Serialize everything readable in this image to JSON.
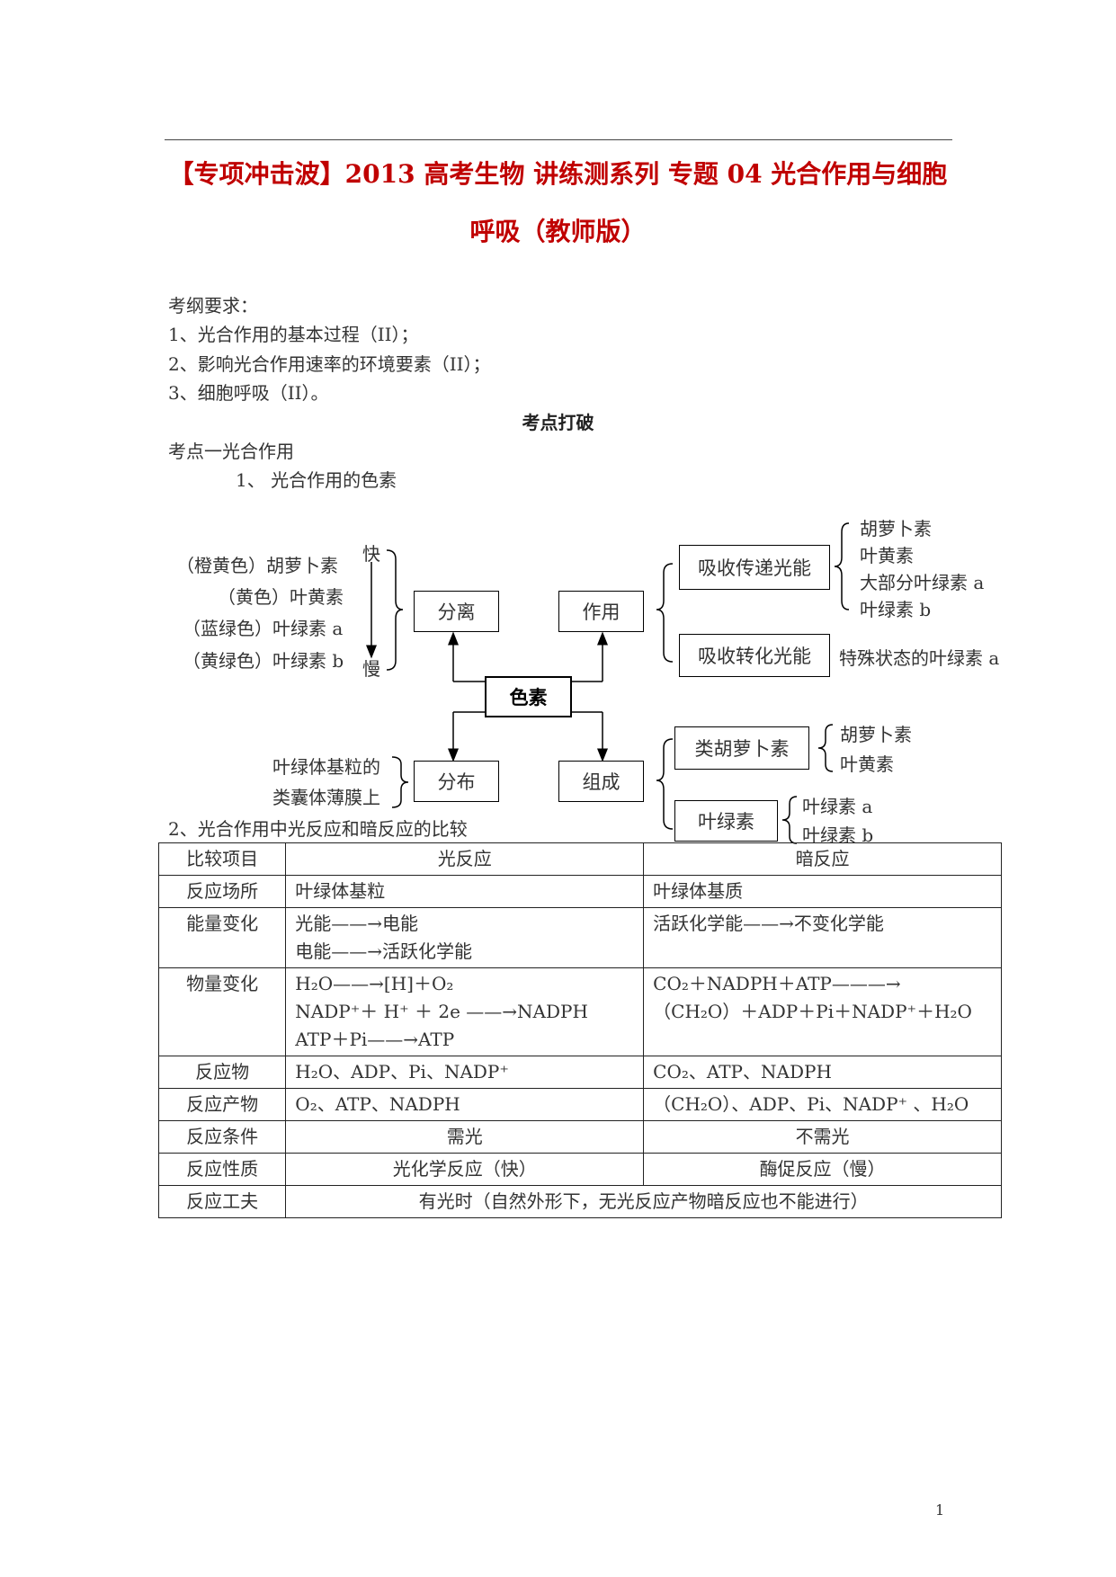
{
  "header": {
    "title_line1": "【专项冲击波】2013 高考生物  讲练测系列  专题 04  光合作用与细胞",
    "title_line2": "呼吸（教师版）"
  },
  "requirements": {
    "heading": "考纲要求：",
    "items": [
      "1、光合作用的基本过程（II）；",
      "2、影响光合作用速率的环境要素（II）；",
      "3、细胞呼吸（II）。"
    ]
  },
  "section": {
    "title": "考点打破",
    "point1": "考点一光合作用",
    "sub1": "1、    光合作用的色素",
    "sub2": "2、光合作用中光反应和暗反应的比较"
  },
  "diagram": {
    "center": "色素",
    "separation_box": "分离",
    "function_box": "作用",
    "distribution_box": "分布",
    "composition_box": "组成",
    "pigment_order": [
      "（橙黄色）胡萝卜素",
      "（黄色）叶黄素",
      "（蓝绿色）叶绿素 a",
      "（黄绿色）叶绿素 b"
    ],
    "fast": "快",
    "slow": "慢",
    "absorb_transfer_box": "吸收传递光能",
    "absorb_transfer_items": [
      "胡萝卜素",
      "叶黄素",
      "大部分叶绿素 a",
      "叶绿素 b"
    ],
    "absorb_convert_box": "吸收转化光能",
    "absorb_convert_item": "特殊状态的叶绿素 a",
    "distribution_line1": "叶绿体基粒的",
    "distribution_line2": "类囊体薄膜上",
    "carotenoid_box": "类胡萝卜素",
    "carotenoid_items": [
      "胡萝卜素",
      "叶黄素"
    ],
    "chlorophyll_box": "叶绿素",
    "chlorophyll_items": [
      "叶绿素 a",
      "叶绿素 b"
    ]
  },
  "table": {
    "rows": [
      {
        "label": "比较项目",
        "light": [
          "光反应"
        ],
        "dark": [
          "暗反应"
        ],
        "center": true
      },
      {
        "label": "反应场所",
        "light": [
          "叶绿体基粒"
        ],
        "dark": [
          "叶绿体基质"
        ]
      },
      {
        "label": "能量变化",
        "light": [
          "光能——→电能",
          "电能——→活跃化学能"
        ],
        "dark": [
          "活跃化学能——→不变化学能"
        ]
      },
      {
        "label": "物量变化",
        "light": [
          "H₂O——→[H]＋O₂",
          "NADP⁺＋ H⁺ ＋ 2e ——→NADPH",
          "ATP＋Pi——→ATP"
        ],
        "dark": [
          "CO₂＋NADPH＋ATP———→",
          "（CH₂O）＋ADP＋Pi＋NADP⁺＋H₂O"
        ]
      },
      {
        "label": "反应物",
        "light": [
          "H₂O、ADP、Pi、NADP⁺"
        ],
        "dark": [
          "CO₂、ATP、NADPH"
        ]
      },
      {
        "label": "反应产物",
        "light": [
          "O₂、ATP、NADPH"
        ],
        "dark": [
          "（CH₂O）、ADP、Pi、NADP⁺ 、H₂O"
        ]
      },
      {
        "label": "反应条件",
        "light": [
          "需光"
        ],
        "dark": [
          "不需光"
        ],
        "center": true
      },
      {
        "label": "反应性质",
        "light": [
          "光化学反应（快）"
        ],
        "dark": [
          "酶促反应（慢）"
        ],
        "center": true
      }
    ],
    "last_row": {
      "label": "反应工夫",
      "text": "有光时（自然外形下，无光反应产物暗反应也不能进行）"
    }
  },
  "page_number": "1"
}
